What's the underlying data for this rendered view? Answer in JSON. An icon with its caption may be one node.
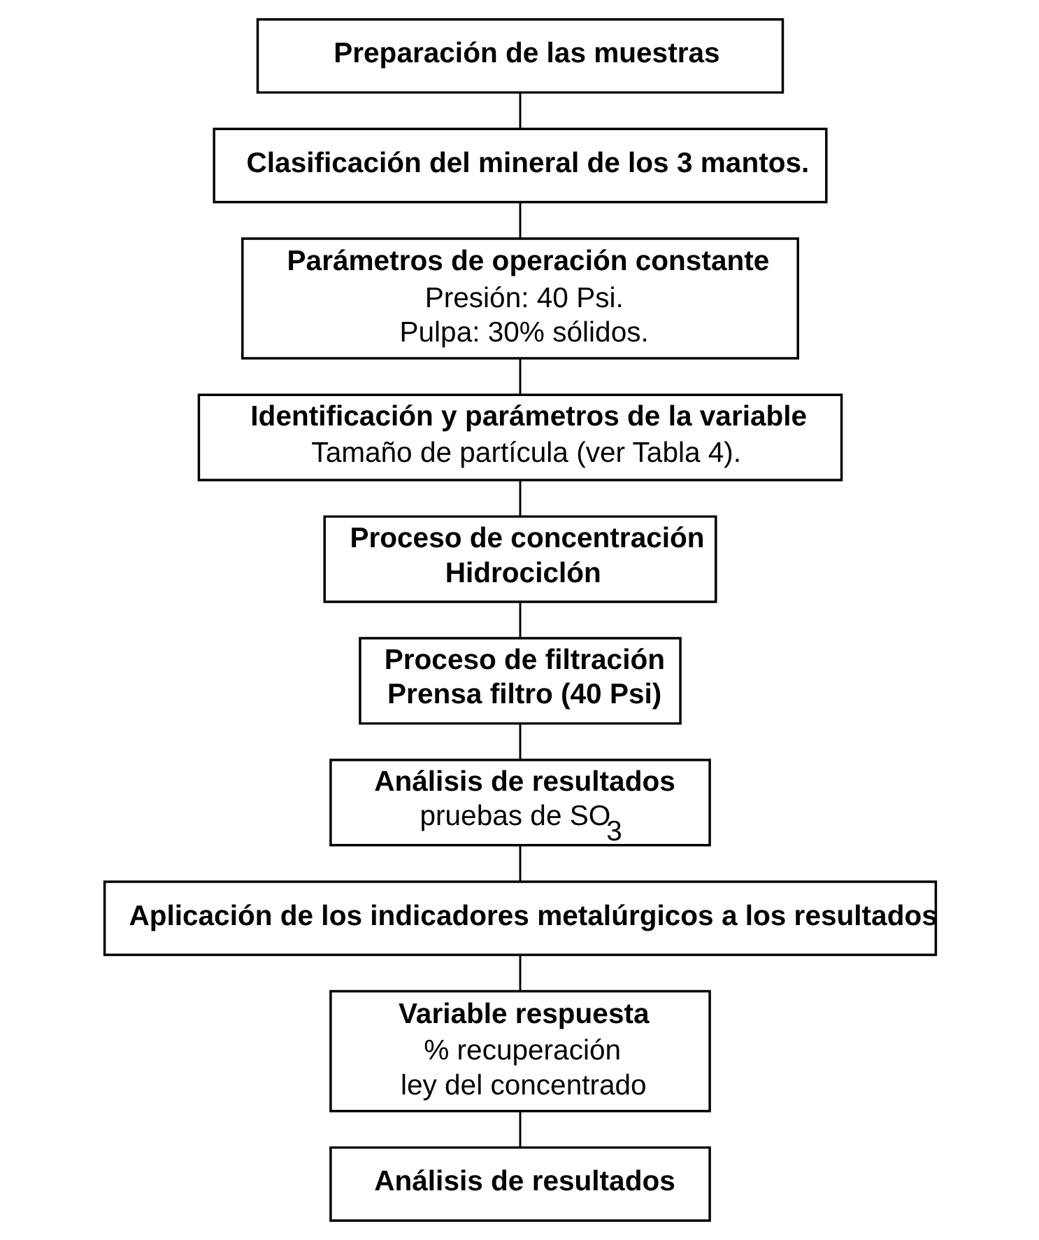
{
  "diagram": {
    "nodes": [
      {
        "text": [
          "Preparación de las muestras"
        ]
      },
      {
        "text": [
          "Clasificación del mineral de los 3 mantos."
        ]
      },
      {
        "text": [
          "Parámetros de operación constante",
          "Presión: 40 Psi.",
          "Pulpa: 30% sólidos."
        ]
      },
      {
        "text": [
          "Identificación y parámetros de la variable",
          "Tamaño de partícula (ver Tabla 4)."
        ]
      },
      {
        "text": [
          "Proceso de concentración",
          "Hidrociclón"
        ]
      },
      {
        "text": [
          "Proceso de filtración",
          "Prensa filtro (40 Psi)"
        ]
      },
      {
        "text": [
          "Análisis de resultados",
          "pruebas de SO$_{3}$"
        ]
      },
      {
        "text": [
          "Aplicación de los indicadores metalúrgicos a los resultados"
        ]
      },
      {
        "text": [
          "Variable respuesta",
          "% recuperación",
          "ley del concentrado"
        ]
      },
      {
        "text": [
          "Análisis de resultados"
        ]
      }
    ],
    "edges": [
      {
        "from": 0,
        "to": 1,
        "arrow": "none"
      },
      {
        "from": 1,
        "to": 2,
        "arrow": "none"
      },
      {
        "from": 2,
        "to": 3,
        "arrow": "none"
      },
      {
        "from": 3,
        "to": 4,
        "arrow": "none"
      },
      {
        "from": 4,
        "to": 5,
        "arrow": "none"
      },
      {
        "from": 5,
        "to": 6,
        "arrow": "none"
      },
      {
        "from": 6,
        "to": 7,
        "arrow": "none"
      },
      {
        "from": 7,
        "to": 8,
        "arrow": "none"
      },
      {
        "from": 8,
        "to": 9,
        "arrow": "none"
      }
    ]
  }
}
